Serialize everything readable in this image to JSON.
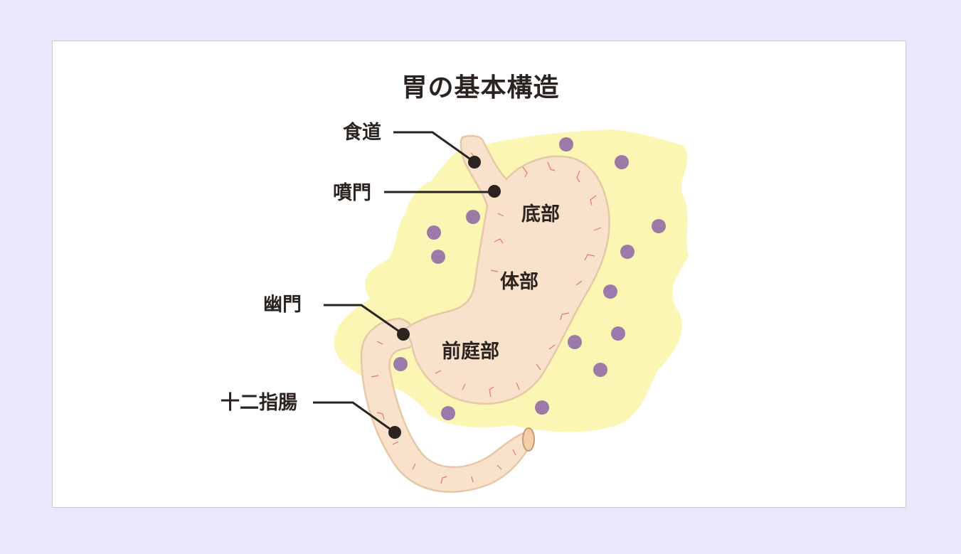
{
  "title": "胃の基本構造",
  "callouts": {
    "esophagus": "食道",
    "cardia": "噴門",
    "pylorus": "幽門",
    "duodenum": "十二指腸"
  },
  "regions": {
    "fundus": "底部",
    "body": "体部",
    "antrum": "前庭部"
  },
  "colors": {
    "background": "#e9e7fb",
    "fat": "#fbf6b4",
    "stomach": "#f9e2cb",
    "stomach_outline": "#e6c7a6",
    "vessel": "#d9534f",
    "fat_dot": "#9b7aa8",
    "leader": "#2b2320"
  }
}
